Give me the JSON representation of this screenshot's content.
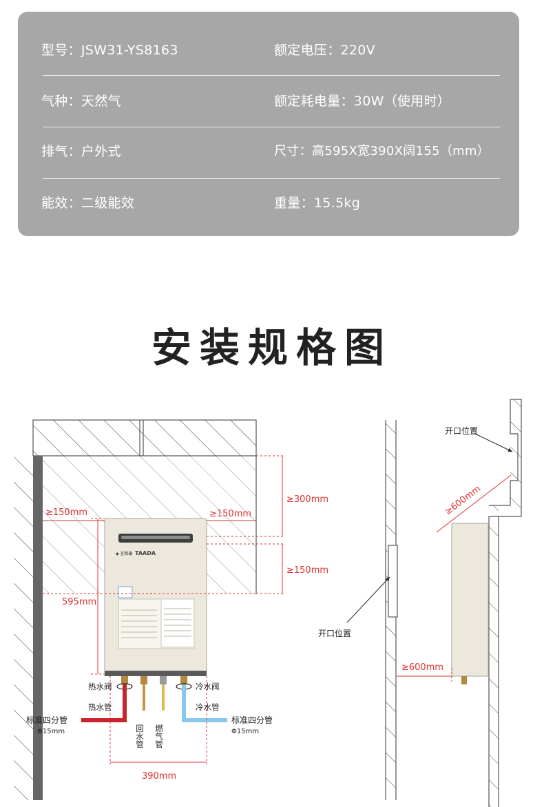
{
  "specs": {
    "model": "型号：JSW31-YS8163",
    "voltage": "额定电压：220V",
    "gas": "气种：天然气",
    "power": "额定耗电量：30W（使用时）",
    "exhaust": "排气：户外式",
    "size": "尺寸：高595X宽390X阔155（mm）",
    "efficiency": "能效：二级能效",
    "weight": "重量：15.5kg"
  },
  "title": "安装规格图",
  "diagram": {
    "clear_left": "≥150mm",
    "clear_right": "≥150mm",
    "clear_top": "≥300mm",
    "clear_mid": "≥150mm",
    "height": "595mm",
    "width": "390mm",
    "hot_valve": "热水阀",
    "cold_valve": "冷水阀",
    "hot_pipe": "热水管",
    "cold_pipe": "冷水管",
    "return_pipe": "回水管",
    "gas_pipe": "燃气管",
    "std_pipe_left": "标准四分管",
    "std_pipe_right": "标准四分管",
    "dia_left": "Φ15mm",
    "dia_right": "Φ15mm",
    "opening_top": "开口位置",
    "opening_left": "开口位置",
    "side_600_diag": "≥600mm",
    "side_600_bottom": "≥600mm",
    "brand": "TAADA",
    "colors": {
      "dimension": "#e03030",
      "hot": "#c8242a",
      "cold": "#88c8ec",
      "heater": "#ece8dd"
    }
  }
}
